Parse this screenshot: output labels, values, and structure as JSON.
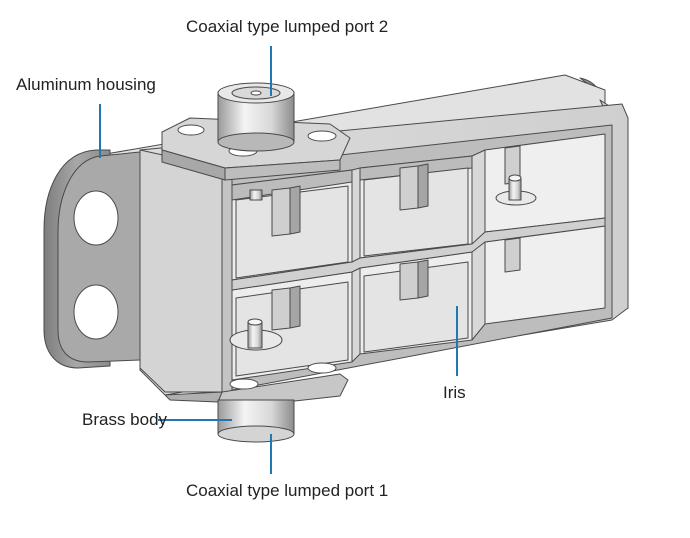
{
  "labels": {
    "port2": "Coaxial type lumped port 2",
    "housing": "Aluminum housing",
    "brass": "Brass body",
    "iris": "Iris",
    "port1": "Coaxial type lumped port 1"
  },
  "colors": {
    "leader": "#1f77b4",
    "text": "#222222"
  }
}
